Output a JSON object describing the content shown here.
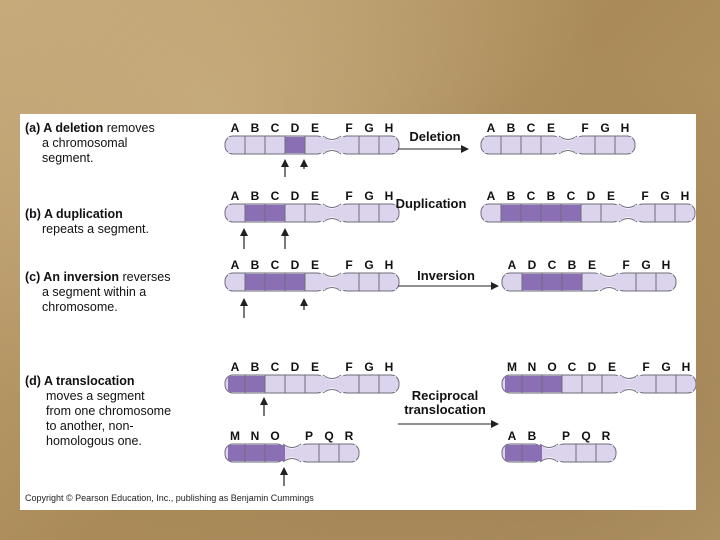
{
  "colors": {
    "dark": "#8b6fb5",
    "light": "#dcd4ec",
    "outline": "#6e6e7a"
  },
  "labels": {
    "a": {
      "part": "(a)",
      "lead": "A",
      "term": "deletion",
      "rest1": "removes",
      "line2": "a chromosomal",
      "line3": "segment."
    },
    "b": {
      "part": "(b)",
      "lead": "A",
      "term": "duplication",
      "line2": "repeats a segment."
    },
    "c": {
      "part": "(c)",
      "lead": "An",
      "term": "inversion",
      "rest1": "reverses",
      "line2": "a segment within a",
      "line3": "chromosome."
    },
    "d": {
      "part": "(d)",
      "lead": "A",
      "term": "translocation",
      "line2": "moves a segment",
      "line3": "from one chromosome",
      "line4": "to another, non-",
      "line5": "homologous one."
    }
  },
  "processes": {
    "deletion": "Deletion",
    "duplication": "Duplication",
    "inversion": "Inversion",
    "translocation_1": "Reciprocal",
    "translocation_2": "translocation"
  },
  "chromosomes": {
    "a_before": [
      "A",
      "B",
      "C",
      "D",
      "E",
      "F",
      "G",
      "H"
    ],
    "a_after": [
      "A",
      "B",
      "C",
      "E",
      "F",
      "G",
      "H"
    ],
    "b_before": [
      "A",
      "B",
      "C",
      "D",
      "E",
      "F",
      "G",
      "H"
    ],
    "b_after": [
      "A",
      "B",
      "C",
      "B",
      "C",
      "D",
      "E",
      "F",
      "G",
      "H"
    ],
    "c_before": [
      "A",
      "B",
      "C",
      "D",
      "E",
      "F",
      "G",
      "H"
    ],
    "c_after": [
      "A",
      "D",
      "C",
      "B",
      "E",
      "F",
      "G",
      "H"
    ],
    "d_before_1": [
      "A",
      "B",
      "C",
      "D",
      "E",
      "F",
      "G",
      "H"
    ],
    "d_before_2": [
      "M",
      "N",
      "O",
      "P",
      "Q",
      "R"
    ],
    "d_after_1": [
      "M",
      "N",
      "O",
      "C",
      "D",
      "E",
      "F",
      "G",
      "H"
    ],
    "d_after_2": [
      "A",
      "B",
      "P",
      "Q",
      "R"
    ]
  },
  "copyright": "Copyright © Pearson Education, Inc., publishing as Benjamin Cummings"
}
